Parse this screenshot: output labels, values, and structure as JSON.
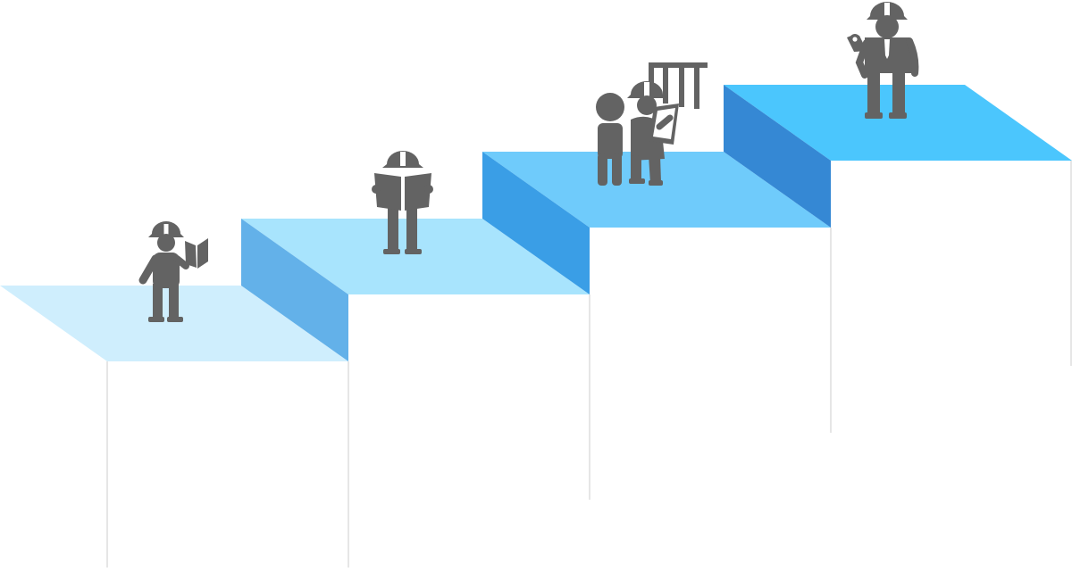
{
  "steps": [
    {
      "step": 1,
      "figure": "worker-reading-book-icon",
      "top_color": "#cfeefd"
    },
    {
      "step": 2,
      "figure": "worker-reading-newspaper-icon",
      "top_color": "#a8e4fd",
      "riser_color": "#63b1e9"
    },
    {
      "step": 3,
      "figure": "two-workers-with-document-icon",
      "top_color": "#6fcbfb",
      "riser_color": "#3a9ee6"
    },
    {
      "step": 4,
      "figure": "engineer-with-blueprint-icon",
      "top_color": "#4bc6fd",
      "riser_color": "#3588d4"
    }
  ],
  "colors": {
    "figure": "#636363",
    "helmet_stripe": "#ffffff",
    "support_line": "#dddddd",
    "background": "#ffffff"
  }
}
